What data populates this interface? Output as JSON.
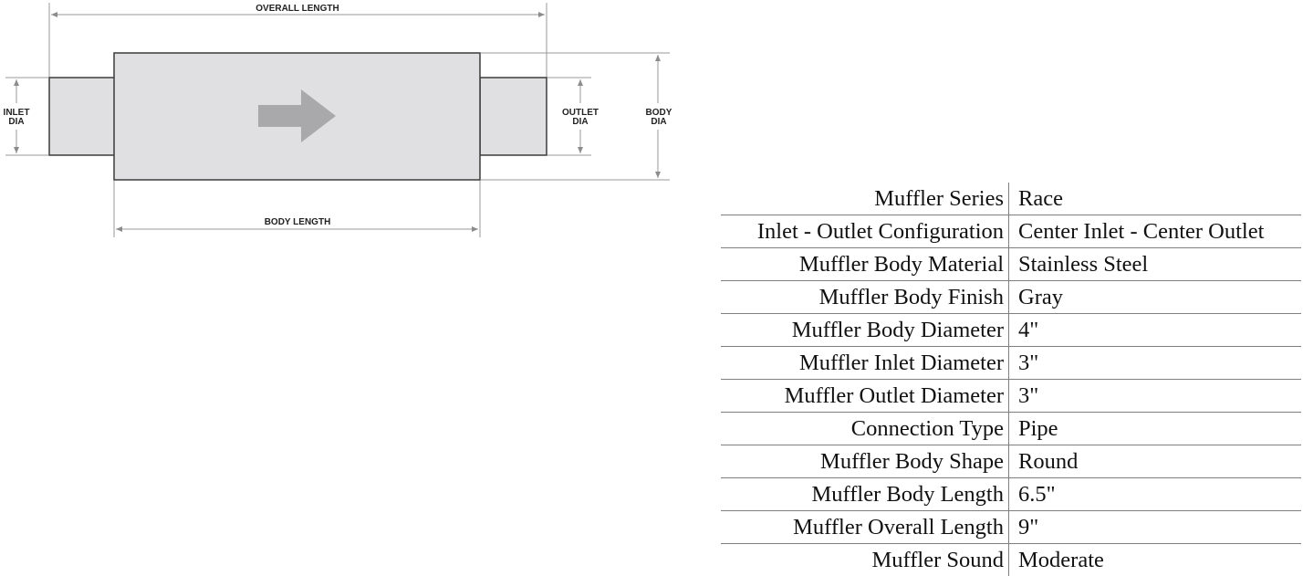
{
  "diagram": {
    "labels": {
      "overall_length": "OVERALL LENGTH",
      "body_length": "BODY LENGTH",
      "inlet_dia_line1": "INLET",
      "inlet_dia_line2": "DIA",
      "outlet_dia_line1": "OUTLET",
      "outlet_dia_line2": "DIA",
      "body_dia_line1": "BODY",
      "body_dia_line2": "DIA"
    },
    "colors": {
      "body_fill": "#e0e0e2",
      "outline": "#3c3c3c",
      "arrow_fill": "#a9a9ab",
      "dimension_line": "#9a9a9a"
    }
  },
  "specs": [
    {
      "label": "Muffler Series",
      "value": "Race"
    },
    {
      "label": "Inlet - Outlet Configuration",
      "value": "Center Inlet - Center Outlet"
    },
    {
      "label": "Muffler Body Material",
      "value": "Stainless Steel"
    },
    {
      "label": "Muffler Body Finish",
      "value": "Gray"
    },
    {
      "label": "Muffler Body Diameter",
      "value": "4\""
    },
    {
      "label": "Muffler Inlet Diameter",
      "value": "3\""
    },
    {
      "label": "Muffler Outlet Diameter",
      "value": "3\""
    },
    {
      "label": "Connection Type",
      "value": "Pipe"
    },
    {
      "label": "Muffler Body Shape",
      "value": "Round"
    },
    {
      "label": "Muffler Body Length",
      "value": "6.5\""
    },
    {
      "label": "Muffler Overall Length",
      "value": "9\""
    },
    {
      "label": "Muffler Sound",
      "value": "Moderate"
    }
  ]
}
